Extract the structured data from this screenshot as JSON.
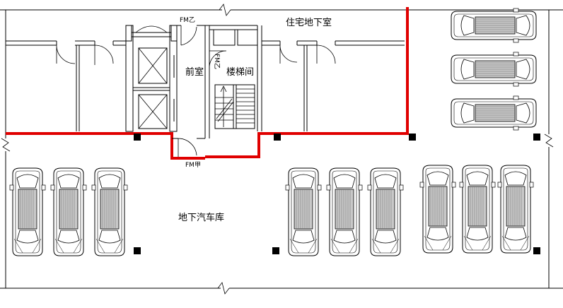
{
  "rooms": {
    "residential_basement": "住宅地下室",
    "anteroom": "前室",
    "stairwell": "楼梯间",
    "garage": "地下汽车库"
  },
  "doors": {
    "fmz_top": "FM乙",
    "fmz_stair": "FM乙",
    "fmj_bottom": "FM甲"
  },
  "colors": {
    "fire_wall": "#e00000",
    "lines": "#000000",
    "car_fill": "#cccccc"
  },
  "icons": {
    "car": "car-topview-icon",
    "elevator": "elevator-cross-icon",
    "column": "square-column-icon",
    "door": "door-swing-icon",
    "break_line": "break-line-icon"
  }
}
